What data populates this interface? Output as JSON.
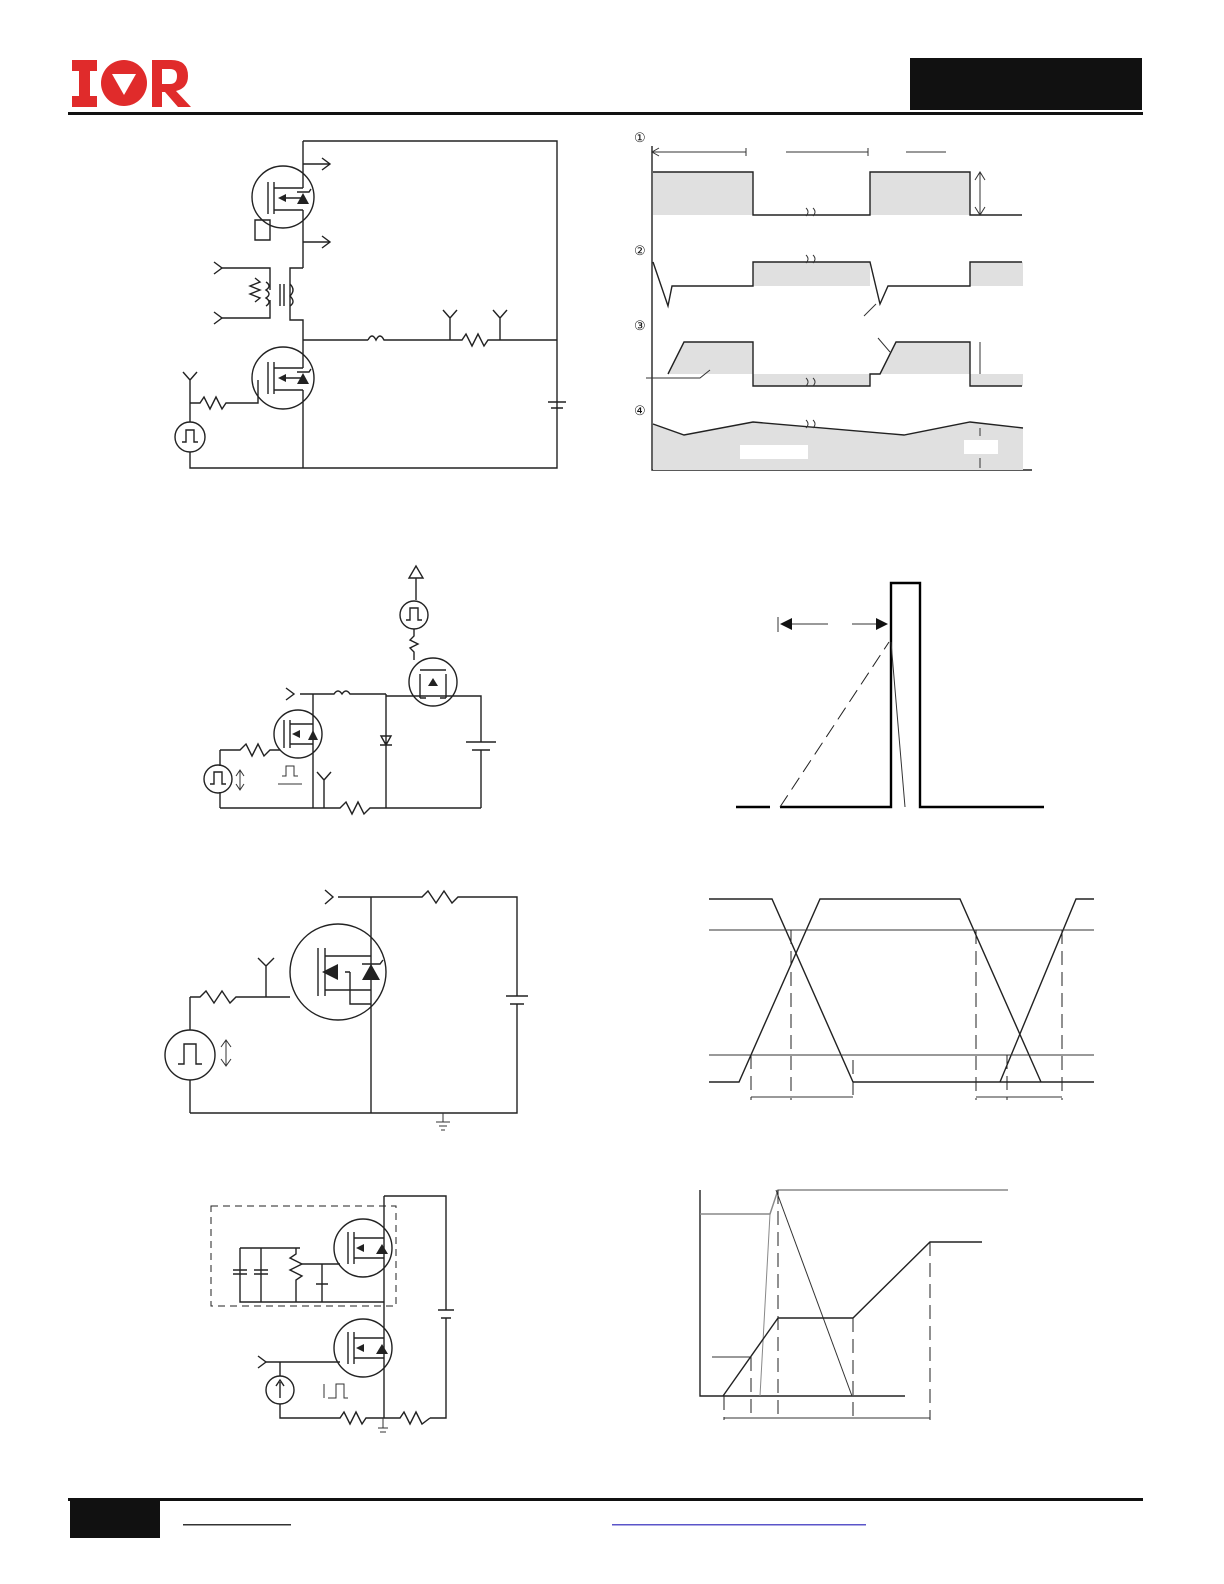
{
  "header": {
    "logo_text": "IOR",
    "brand_color": "#e02b2b",
    "title_bar_color": "#111111"
  },
  "wave_labels": [
    "①",
    "②",
    "③",
    "④"
  ],
  "footer": {
    "page_block_color": "#111111",
    "link_color": "#5b55c9"
  }
}
